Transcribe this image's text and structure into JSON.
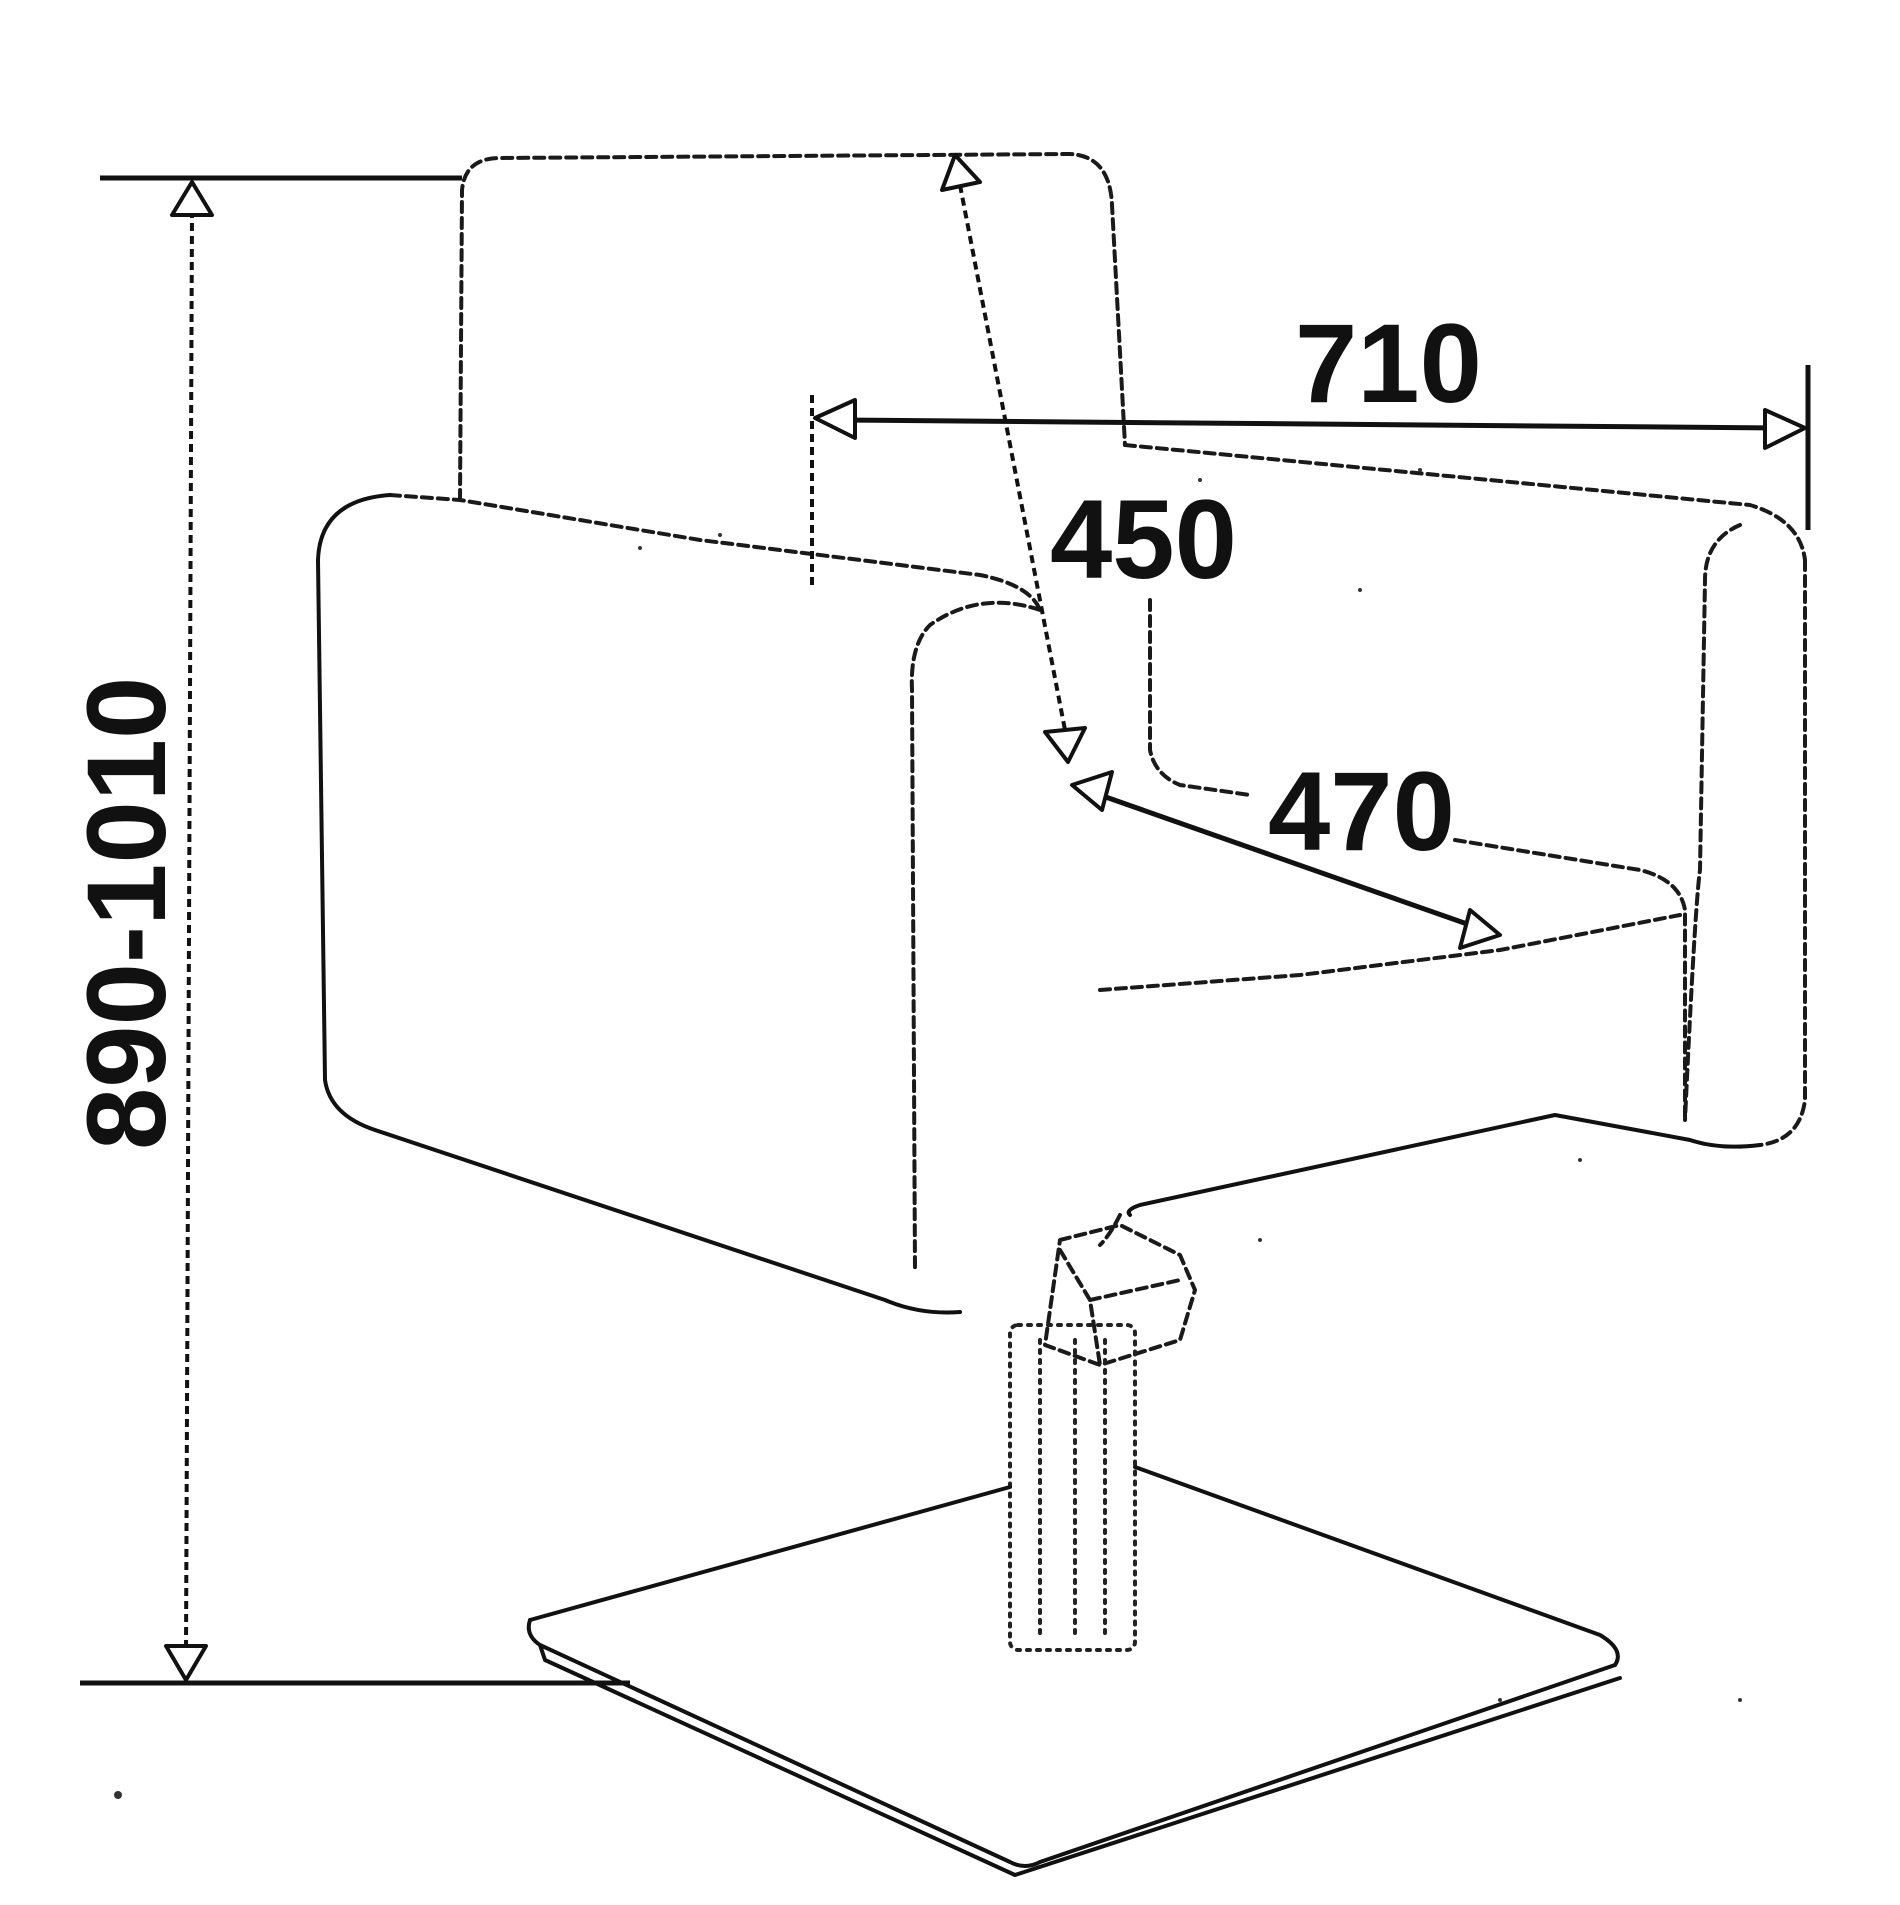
{
  "dimensions": {
    "overall_height": "890-1010",
    "overall_width": "710",
    "back_height": "450",
    "seat_depth": "470"
  }
}
